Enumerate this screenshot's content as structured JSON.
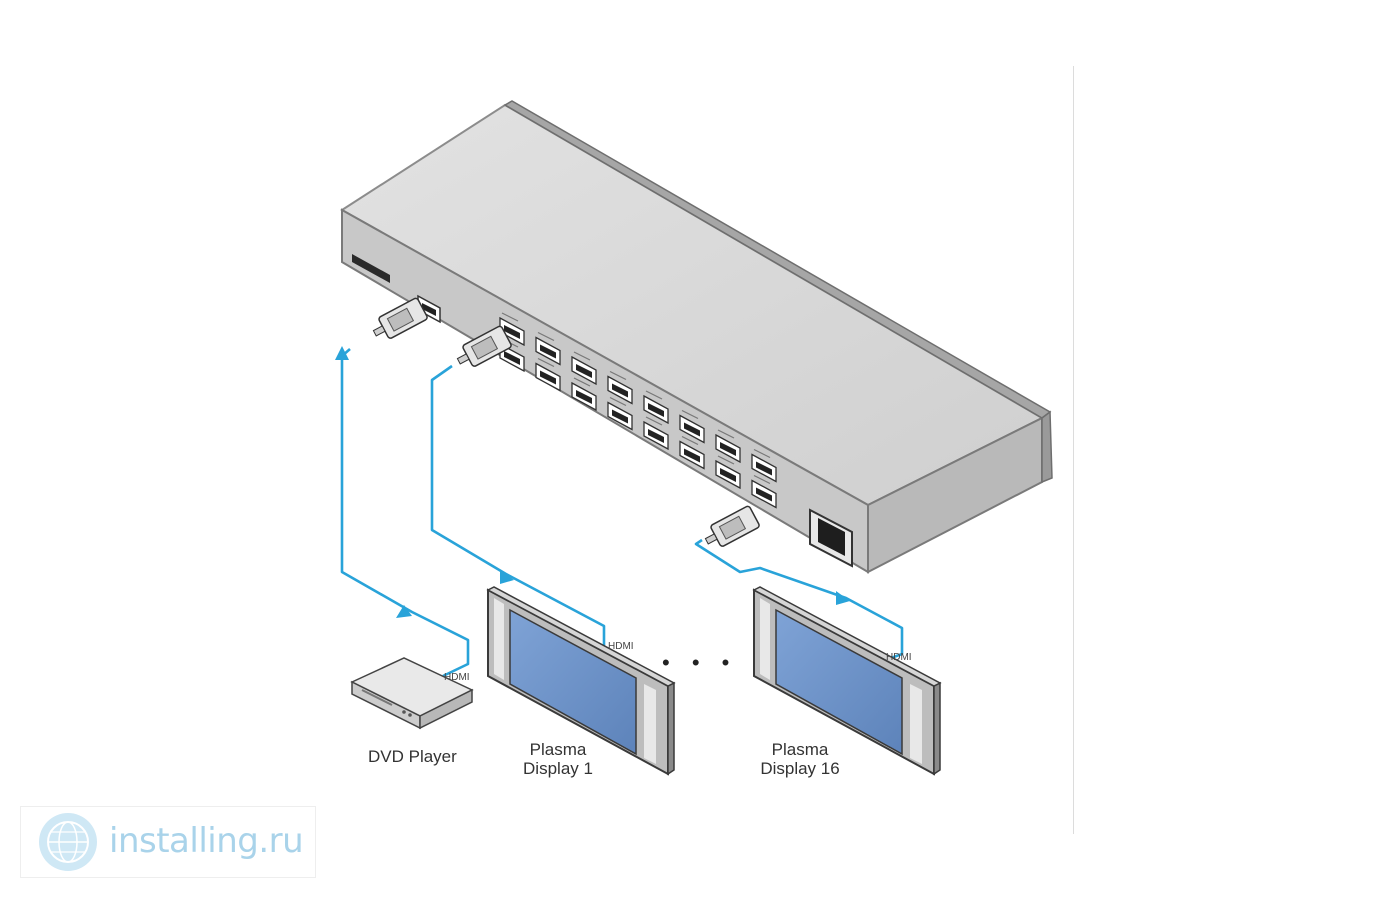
{
  "labels": {
    "dvd_player": "DVD Player",
    "plasma1_line1": "Plasma",
    "plasma1_line2": "Display 1",
    "plasma16_line1": "Plasma",
    "plasma16_line2": "Display 16",
    "hdmi": "HDMI",
    "ellipsis": "• • •"
  },
  "watermark": {
    "text": "installing.ru",
    "icon": "globe-icon"
  },
  "colors": {
    "cable": "#29a3d9",
    "chassis_top": "#d9d9d9",
    "chassis_front": "#c4c4c4",
    "screen": "#6f92c4"
  }
}
